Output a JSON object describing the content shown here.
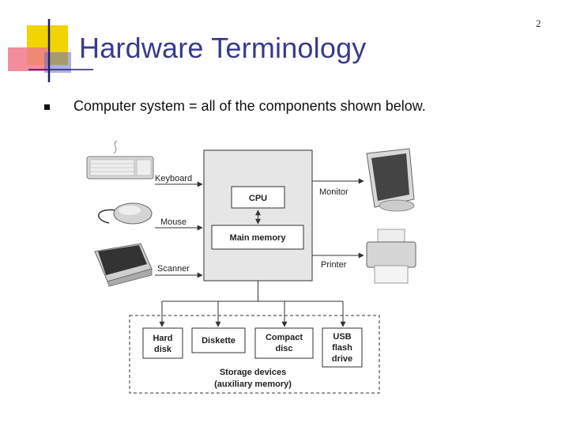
{
  "slide": {
    "number": "2",
    "title": "Hardware Terminology",
    "bullet": "Computer system = all of the components shown below."
  },
  "diagram": {
    "inputs": {
      "keyboard": "Keyboard",
      "mouse": "Mouse",
      "scanner": "Scanner"
    },
    "outputs": {
      "monitor": "Monitor",
      "printer": "Printer"
    },
    "core": {
      "cpu": "CPU",
      "main_memory": "Main memory"
    },
    "storage": {
      "hard_disk": [
        "Hard",
        "disk"
      ],
      "diskette": "Diskette",
      "compact_disc": [
        "Compact",
        "disc"
      ],
      "usb": [
        "USB",
        "flash",
        "drive"
      ],
      "caption": [
        "Storage devices",
        "(auxiliary memory)"
      ]
    }
  },
  "colors": {
    "title": "#3a3a8c",
    "deco_yellow": "#f2d400",
    "deco_pink": "#f07a8a",
    "system_box": "#e6e6e6"
  }
}
